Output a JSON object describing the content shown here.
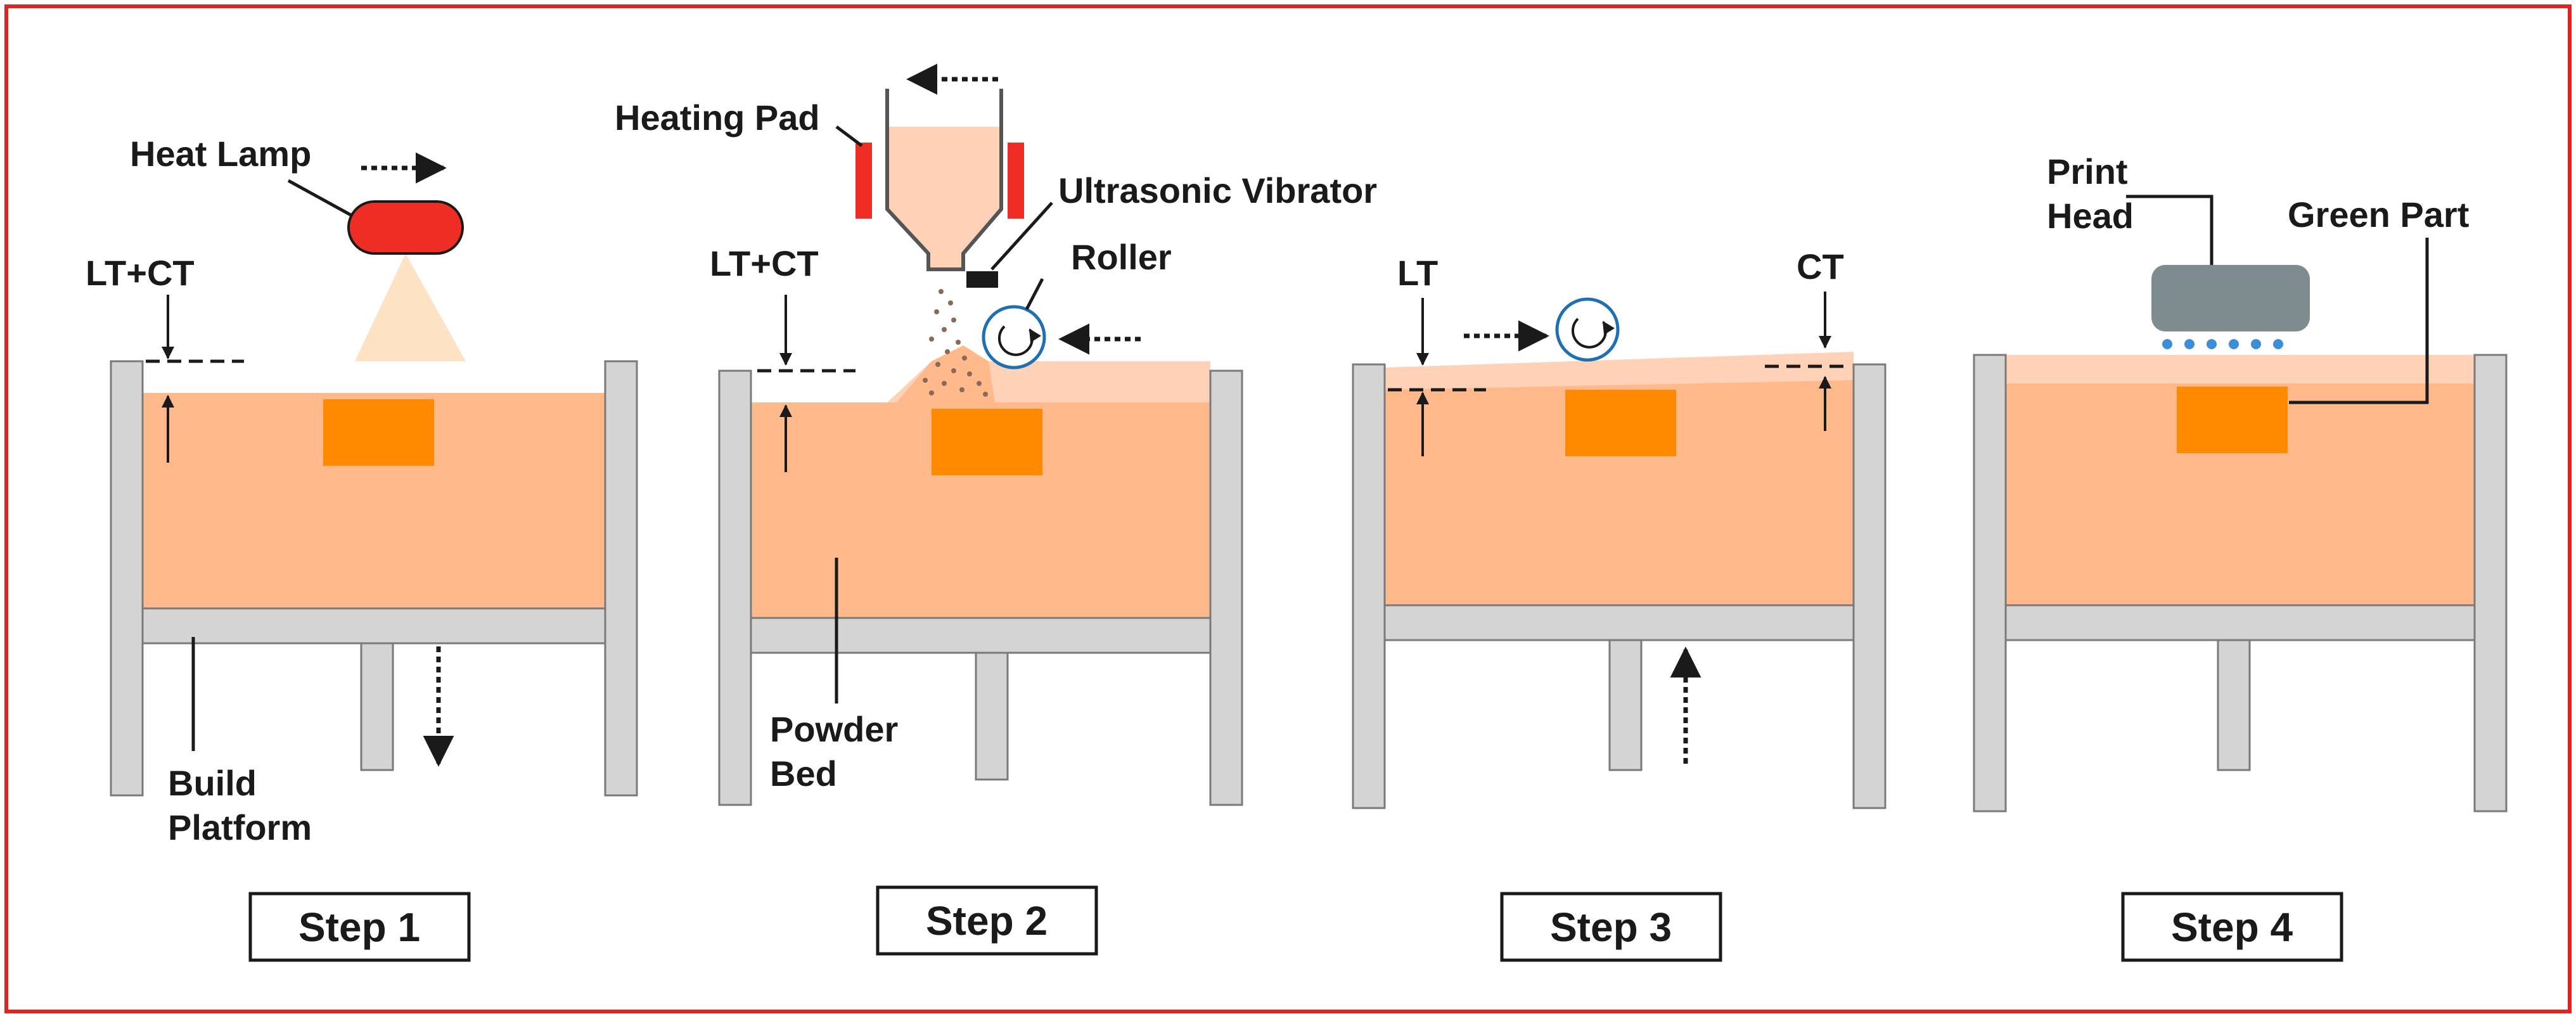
{
  "colors": {
    "frame": "#e02424",
    "powder": "#ffb98a",
    "powder_light": "#ffd2b8",
    "part": "#ff8a00",
    "wall": "#d4d4d4",
    "wall_stroke": "#7a7a7a",
    "lamp": "#ee2e24",
    "lamp_beam": "#fde3c4",
    "hopper_fill": "#ffd2b8",
    "printhead": "#7f8c8f",
    "droplet": "#3b8fd8",
    "roller": "#1f6fb5"
  },
  "labels": {
    "heat_lamp": "Heat Lamp",
    "heating_pad": "Heating Pad",
    "ultrasonic_vibrator": "Ultrasonic Vibrator",
    "roller": "Roller",
    "lt_ct_1": "LT+CT",
    "lt_ct_2": "LT+CT",
    "lt": "LT",
    "ct": "CT",
    "build_platform_line1": "Build",
    "build_platform_line2": "Platform",
    "powder_bed_line1": "Powder",
    "powder_bed_line2": "Bed",
    "print_head_line1": "Print",
    "print_head_line2": "Head",
    "green_part": "Green Part"
  },
  "steps": [
    "Step 1",
    "Step 2",
    "Step 3",
    "Step 4"
  ]
}
